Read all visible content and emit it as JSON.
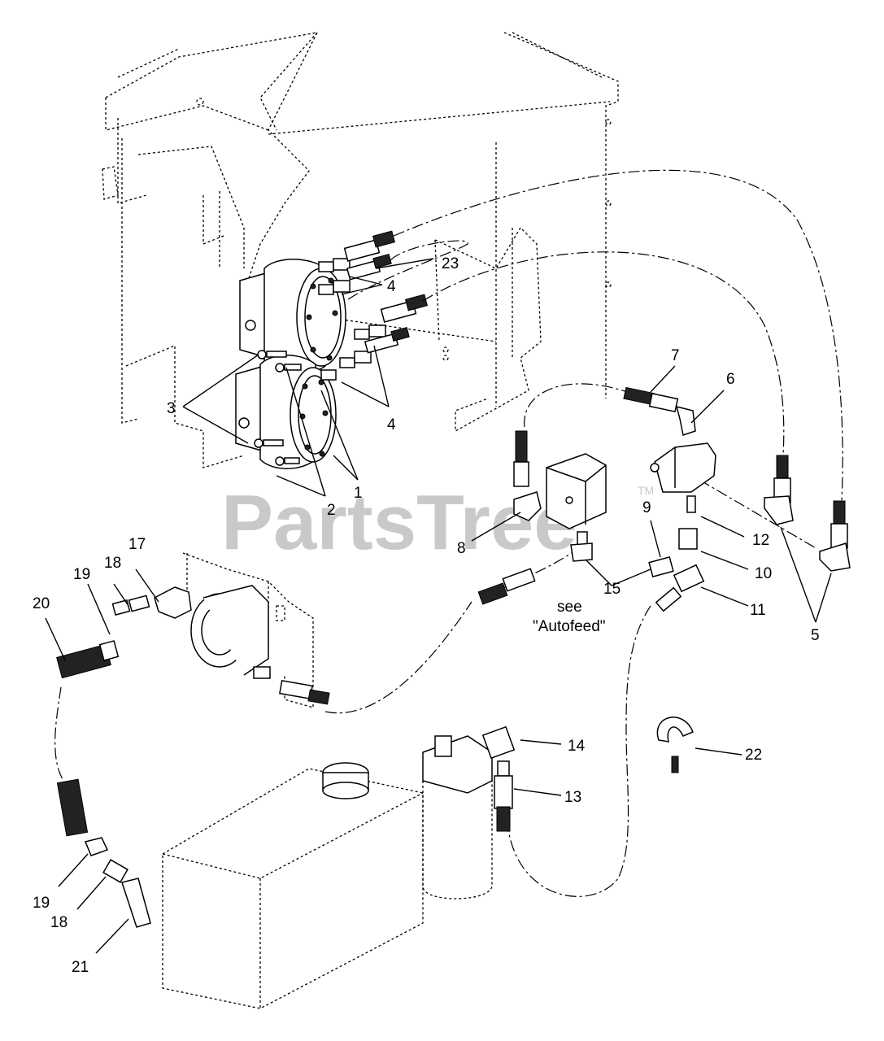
{
  "labels": {
    "c1": "1",
    "c2": "2",
    "c3": "3",
    "c4a": "4",
    "c4b": "4",
    "c5": "5",
    "c6": "6",
    "c7": "7",
    "c8": "8",
    "c9": "9",
    "c10": "10",
    "c11": "11",
    "c12": "12",
    "c13": "13",
    "c14": "14",
    "c15": "15",
    "c17": "17",
    "c18a": "18",
    "c18b": "18",
    "c19a": "19",
    "c19b": "19",
    "c20": "20",
    "c21": "21",
    "c22": "22",
    "c23": "23"
  },
  "note": {
    "line1": "see",
    "line2": "\"Autofeed\""
  },
  "watermark": {
    "text": "PartsTree",
    "tm": "TM"
  },
  "colors": {
    "ink": "#000000",
    "watermark": "#c9c9c9",
    "background": "#ffffff"
  }
}
